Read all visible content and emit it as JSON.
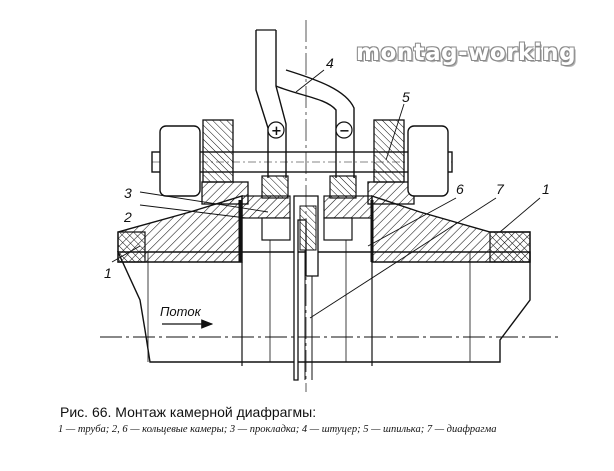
{
  "watermark": "montag-working",
  "caption": {
    "title": "Рис. 66. Монтаж камерной диафрагмы:",
    "legend": "1 — труба; 2, 6 — кольцевые камеры; 3 — прокладка; 4 — штуцер; 5 — шпилька; 7 — диафрагма"
  },
  "labels": {
    "l1_left": "1",
    "l1_right": "1",
    "l2": "2",
    "l3": "3",
    "l4": "4",
    "l5": "5",
    "l6": "6",
    "l7": "7"
  },
  "flow_label": "Поток",
  "signs": {
    "plus": "+",
    "minus": "−"
  }
}
